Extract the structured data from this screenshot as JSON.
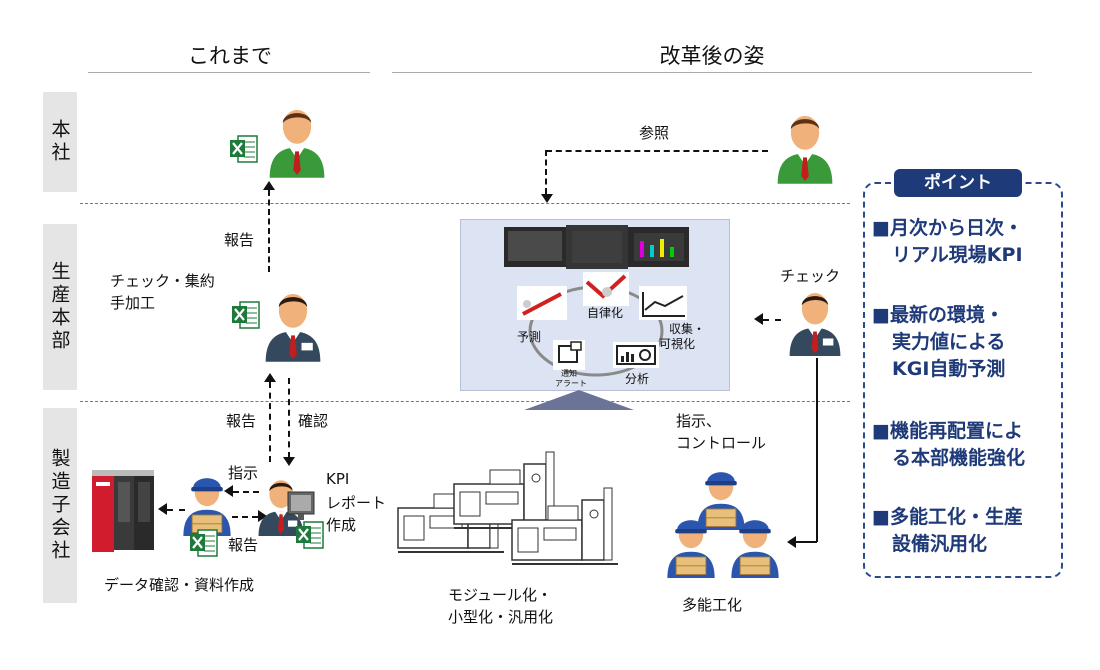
{
  "headers": {
    "before": "これまで",
    "after": "改革後の姿"
  },
  "rows": {
    "hq": "本社",
    "production": "生産本部",
    "subsidiary": "製造子会社"
  },
  "before": {
    "report_top": "報告",
    "check_aggregate_line1": "チェック・集約",
    "check_aggregate_line2": "手加工",
    "report_mid": "報告",
    "confirm": "確認",
    "instruct": "指示",
    "report_bottom": "報告",
    "kpi_line1": "KPI",
    "kpi_line2": "レポート",
    "kpi_line3": "作成",
    "data_caption": "データ確認・資料作成"
  },
  "after": {
    "reference": "参照",
    "check": "チェック",
    "instruct_control_line1": "指示、",
    "instruct_control_line2": "コントロール",
    "cycle": {
      "autonomous": "自律化",
      "predict": "予測",
      "collect_line1": "収集・",
      "collect_line2": "可視化",
      "analyze": "分析",
      "notify_line1": "通知",
      "notify_line2": "アラート"
    },
    "machines_line1": "モジュール化・",
    "machines_line2": "小型化・汎用化",
    "multiskill": "多能工化"
  },
  "point": {
    "title": "ポイント",
    "items": [
      {
        "line1": "■月次から日次・",
        "line2": "リアル現場KPI"
      },
      {
        "line1": "■最新の環境・",
        "line2": "実力値による",
        "line3": "KGI自動予測"
      },
      {
        "line1": "■機能再配置によ",
        "line2": "る本部機能強化"
      },
      {
        "line1": "■多能工化・生産",
        "line2": "設備汎用化"
      }
    ]
  },
  "colors": {
    "accent": "#1f3a78",
    "excel_green": "#1d7a3a",
    "suit_green": "#3a9a3a",
    "worker_blue": "#2a56b0"
  },
  "icons": [
    "excel-icon",
    "manager-icon",
    "worker-icon",
    "controller-icon",
    "dashboard-icon",
    "machine-icon"
  ]
}
